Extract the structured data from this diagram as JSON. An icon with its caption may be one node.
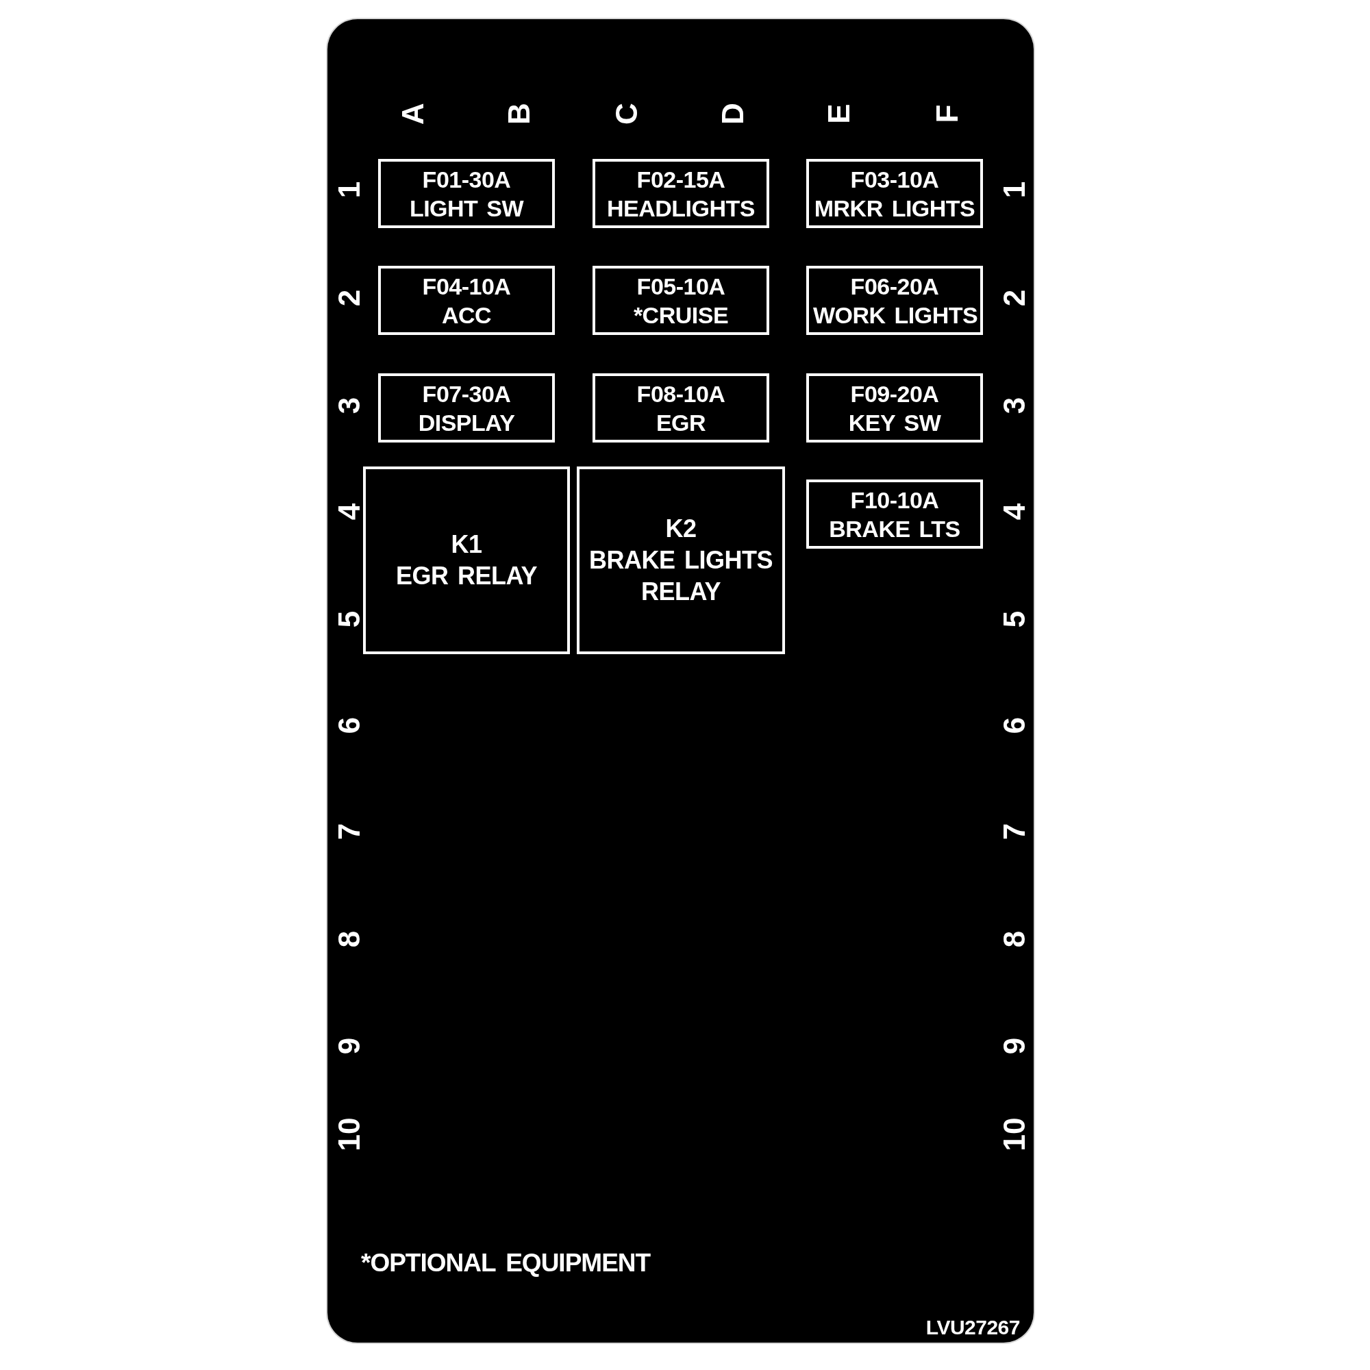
{
  "diagram": {
    "nodes": [
      {
        "text": [
          "F01-30A",
          "LIGHT SW"
        ]
      },
      {
        "text": [
          "F02-15A",
          "HEADLIGHTS"
        ]
      },
      {
        "text": [
          "F03-10A",
          "MRKR LIGHTS"
        ]
      },
      {
        "text": [
          "F04-10A",
          "ACC"
        ]
      },
      {
        "text": [
          "F05-10A",
          "*CRUISE"
        ]
      },
      {
        "text": [
          "F06-20A",
          "WORK LIGHTS"
        ]
      },
      {
        "text": [
          "F07-30A",
          "DISPLAY"
        ]
      },
      {
        "text": [
          "F08-10A",
          "EGR"
        ]
      },
      {
        "text": [
          "F09-20A",
          "KEY SW"
        ]
      },
      {
        "text": [
          "K1",
          "EGR RELAY"
        ]
      },
      {
        "text": [
          "K2",
          "BRAKE LIGHTS RELAY"
        ]
      },
      {
        "text": [
          "F10-10A",
          "BRAKE LTS"
        ]
      }
    ],
    "labels": [
      "A",
      "B",
      "C",
      "D",
      "E",
      "F",
      "1",
      "1",
      "2",
      "2",
      "3",
      "3",
      "4",
      "4",
      "5",
      "5",
      "6",
      "6",
      "7",
      "7",
      "8",
      "8",
      "9",
      "9",
      "10",
      "10",
      "*OPTIONAL EQUIPMENT",
      "LVU27267"
    ]
  }
}
